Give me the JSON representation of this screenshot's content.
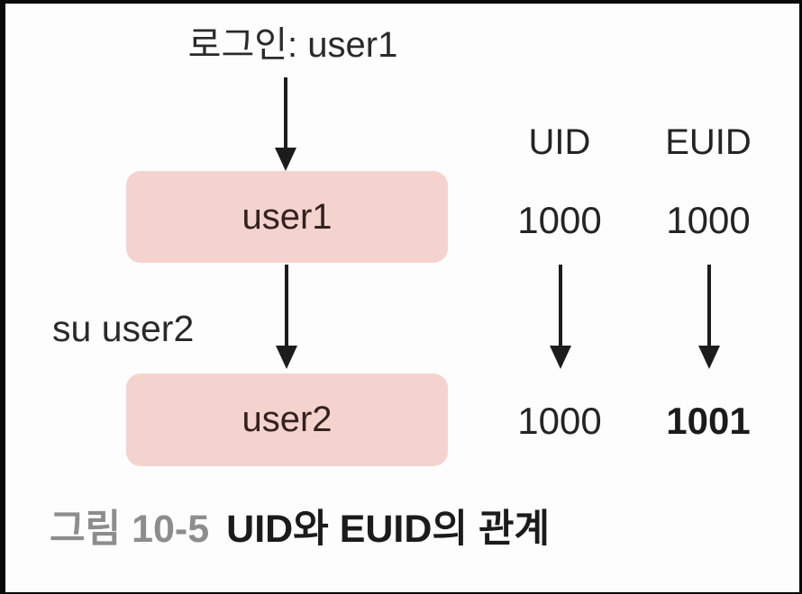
{
  "figure": {
    "login_label": "로그인: user1",
    "su_label": "su user2",
    "process_boxes": [
      {
        "label": "user1"
      },
      {
        "label": "user2"
      }
    ],
    "id_columns": [
      {
        "header": "UID"
      },
      {
        "header": "EUID"
      }
    ],
    "id_rows": [
      {
        "uid": "1000",
        "euid": "1000"
      },
      {
        "uid": "1000",
        "euid": "1001"
      }
    ],
    "caption": {
      "figure_label": "그림 10-5",
      "title": "UID와 EUID의 관계"
    },
    "colors": {
      "box_fill": "#f4d3ce",
      "arrow": "#1c1c1c",
      "text": "#242424",
      "box_text": "#342120",
      "caption_label_gray": "#8d8d8d",
      "caption_title_black": "#1b1b1b",
      "page_edge": "#0a0a0a"
    }
  }
}
